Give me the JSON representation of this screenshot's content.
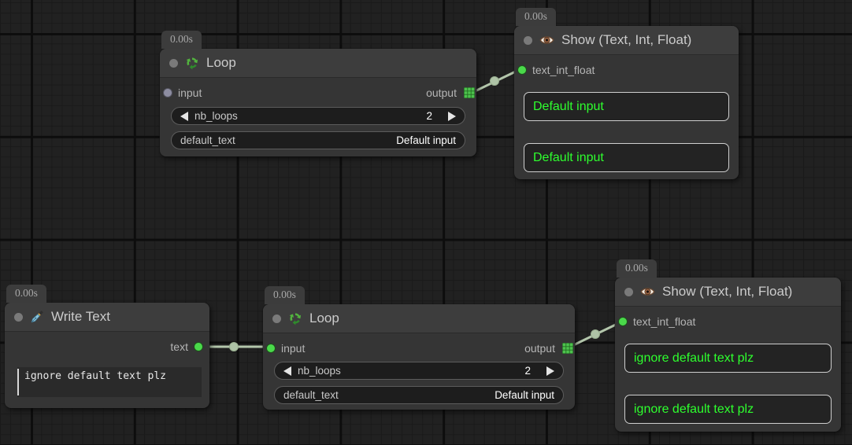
{
  "colors": {
    "canvas_bg": "#212121",
    "node_body": "#353535",
    "node_header": "#3d3d3d",
    "link": "#b3c6ab",
    "slot_connected": "#4ad94a",
    "slot_disconnected": "#8d8da1",
    "show_text_green": "#2eff2e"
  },
  "nodes": {
    "loop_top": {
      "badge": "0.00s",
      "title": "Loop",
      "icon": "recycle-icon",
      "input_label": "input",
      "output_label": "output",
      "widget_nb_loops": {
        "label": "nb_loops",
        "value": "2"
      },
      "widget_default_text": {
        "label": "default_text",
        "value": "Default input"
      }
    },
    "show_top": {
      "badge": "0.00s",
      "title": "Show (Text, Int, Float)",
      "icon": "eye-icon",
      "input_label": "text_int_float",
      "boxes": [
        "Default input",
        "Default input"
      ]
    },
    "write_text": {
      "badge": "0.00s",
      "title": "Write Text",
      "icon": "pen-icon",
      "output_label": "text",
      "textarea_value": "ignore default text plz"
    },
    "loop_bottom": {
      "badge": "0.00s",
      "title": "Loop",
      "icon": "recycle-icon",
      "input_label": "input",
      "output_label": "output",
      "widget_nb_loops": {
        "label": "nb_loops",
        "value": "2"
      },
      "widget_default_text": {
        "label": "default_text",
        "value": "Default input"
      }
    },
    "show_bottom": {
      "badge": "0.00s",
      "title": "Show (Text, Int, Float)",
      "icon": "eye-icon",
      "input_label": "text_int_float",
      "boxes": [
        "ignore default text plz",
        "ignore default text plz"
      ]
    }
  }
}
